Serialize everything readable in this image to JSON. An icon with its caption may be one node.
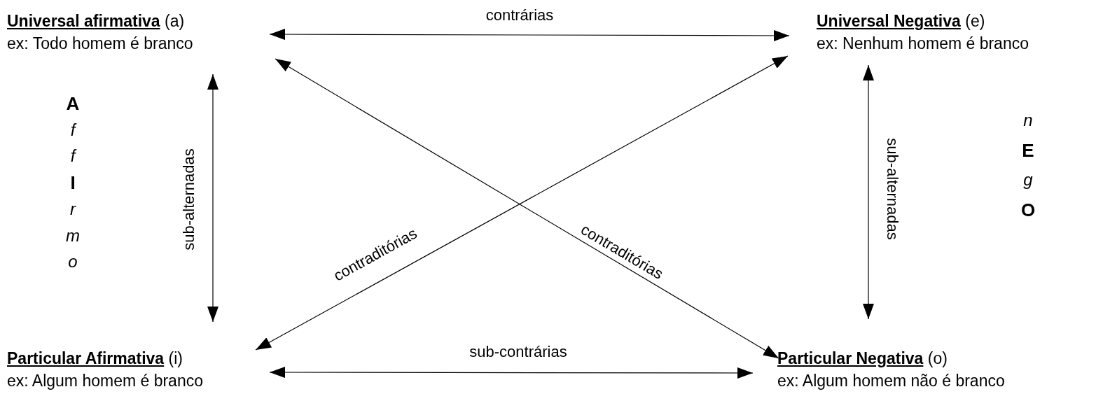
{
  "diagram": {
    "nodes": [
      {
        "text": [
          "**Universal afirmativa** (a)",
          "ex: Todo homem é branco"
        ]
      },
      {
        "text": [
          "**Universal Negativa** (e)",
          "ex: Nenhum homem é branco"
        ]
      },
      {
        "text": [
          "**Particular Afirmativa** (i)",
          "ex: Algum homem é branco"
        ]
      },
      {
        "text": [
          "**Particular Negativa** (o)",
          "ex: Algum homem não é branco"
        ]
      }
    ],
    "edges": [
      {
        "from": 0,
        "to": 1,
        "arrow": "both",
        "label": "contrárias"
      },
      {
        "from": 0,
        "to": 2,
        "arrow": "both",
        "label": "sub-alternadas"
      },
      {
        "from": 1,
        "to": 3,
        "arrow": "both",
        "label": "sub-alternadas"
      },
      {
        "from": 2,
        "to": 3,
        "arrow": "both",
        "label": "sub-contrárias"
      },
      {
        "from": 0,
        "to": 3,
        "arrow": "both",
        "label": "contraditórias"
      },
      {
        "from": 1,
        "to": 2,
        "arrow": "both",
        "label": "contraditórias"
      }
    ],
    "labels": [
      "A",
      "f",
      "f",
      "I",
      "r",
      "m",
      "o",
      "n",
      "E",
      "g",
      "O"
    ]
  }
}
